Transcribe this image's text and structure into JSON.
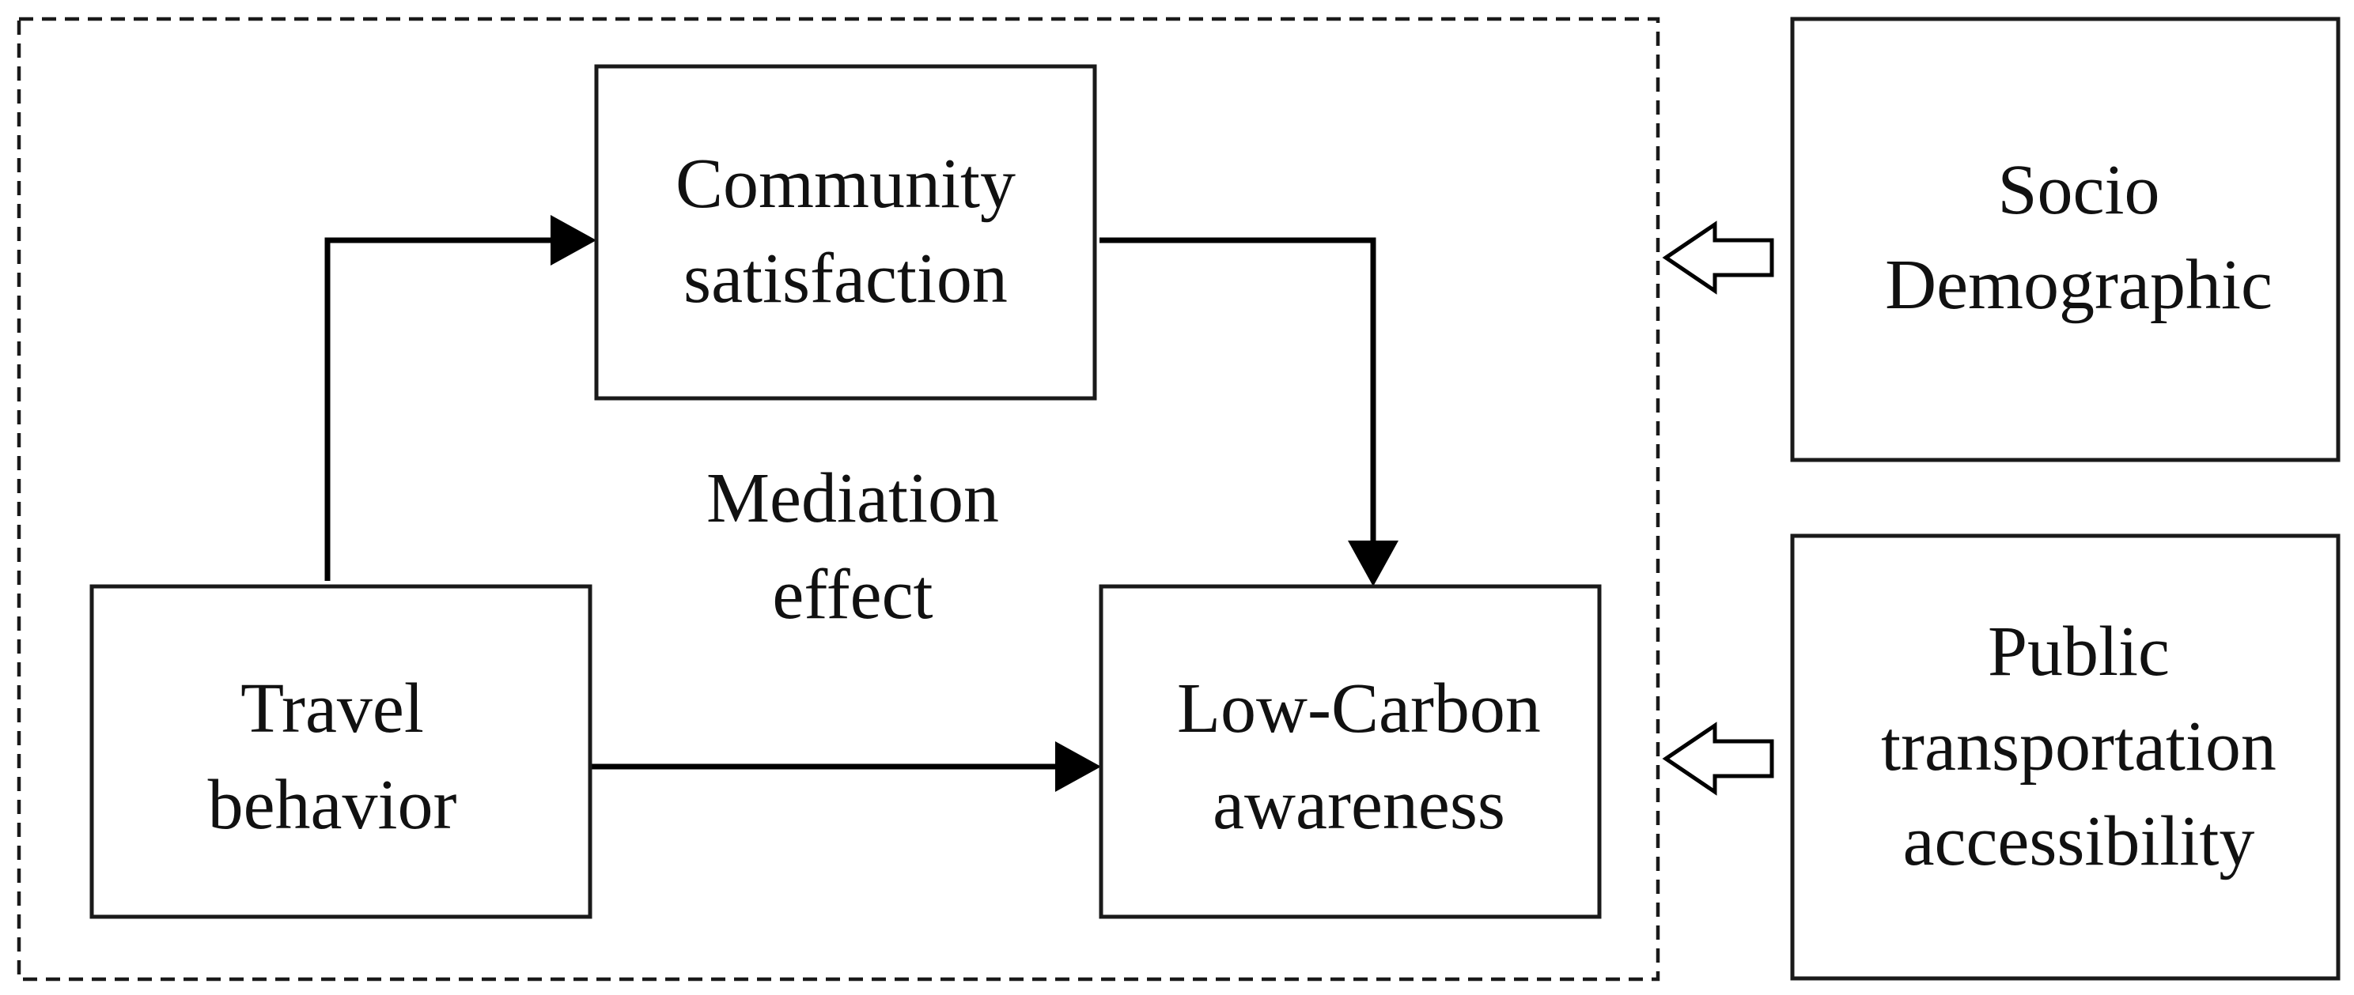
{
  "diagram": {
    "nodes": {
      "community_satisfaction": {
        "line1": "Community",
        "line2": "satisfaction"
      },
      "travel_behavior": {
        "line1": "Travel",
        "line2": "behavior"
      },
      "low_carbon_awareness": {
        "line1": "Low-Carbon",
        "line2": "awareness"
      },
      "socio_demographic": {
        "line1": "Socio",
        "line2": "Demographic"
      },
      "public_transportation": {
        "line1": "Public",
        "line2": "transportation",
        "line3": "accessibility"
      }
    },
    "mediation_label": {
      "line1": "Mediation",
      "line2": "effect"
    },
    "colors": {
      "stroke": "#000000",
      "background": "#ffffff",
      "text": "#111111"
    }
  }
}
